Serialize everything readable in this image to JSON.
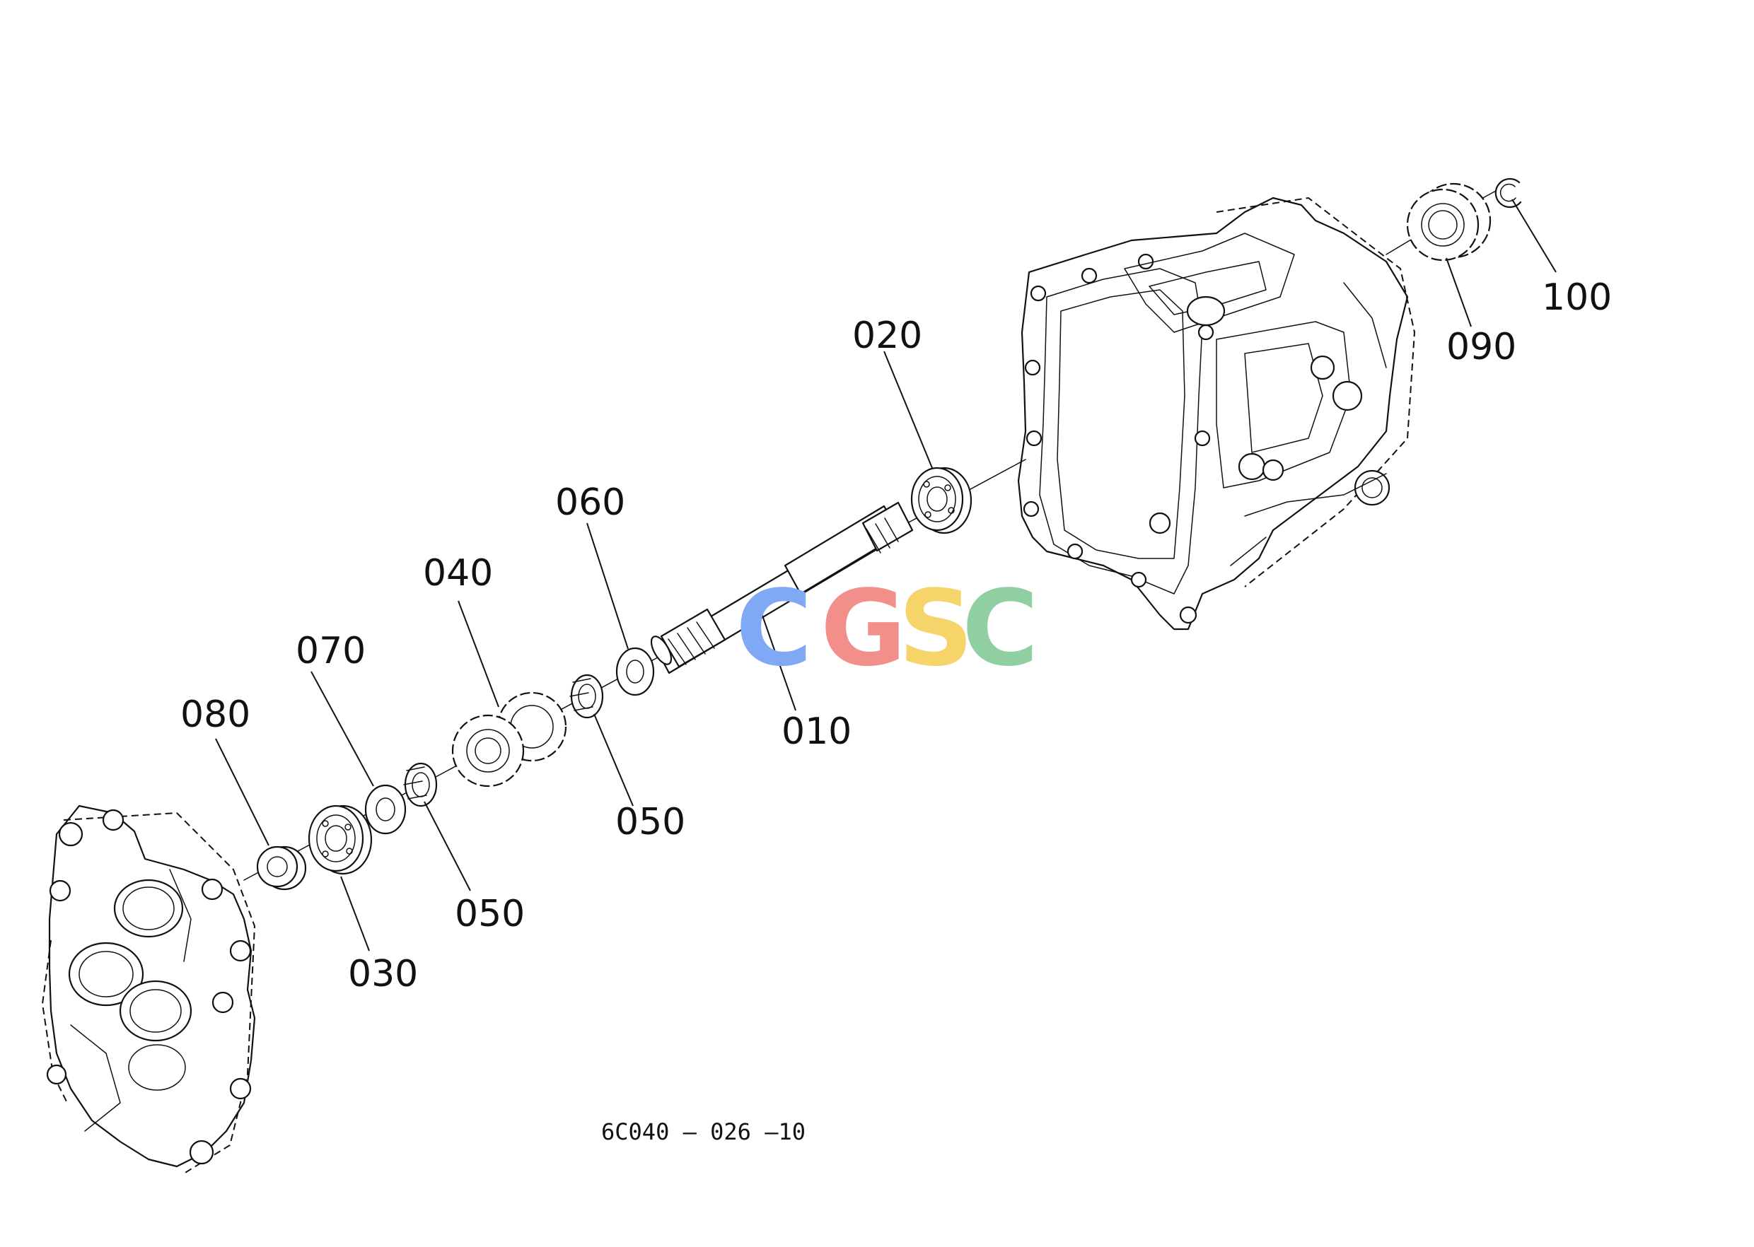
{
  "parts": [
    {
      "id": "010"
    },
    {
      "id": "020"
    },
    {
      "id": "030"
    },
    {
      "id": "040"
    },
    {
      "id": "050"
    },
    {
      "id": "050"
    },
    {
      "id": "060"
    },
    {
      "id": "070"
    },
    {
      "id": "080"
    },
    {
      "id": "090"
    },
    {
      "id": "100"
    }
  ],
  "drawing_code": "6C040 — 026 —10",
  "watermark": {
    "letters": [
      "C",
      "G",
      "S",
      "C"
    ],
    "colors": [
      "#7fa8f5",
      "#f28f8a",
      "#f7d46a",
      "#8fcfa2"
    ]
  }
}
